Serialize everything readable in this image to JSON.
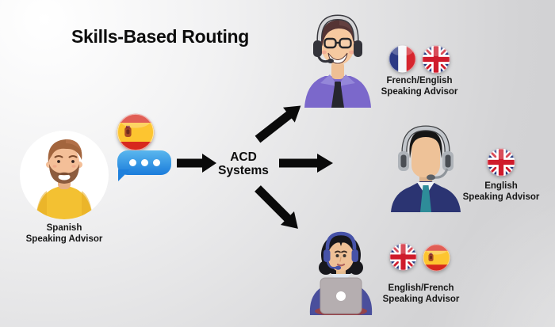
{
  "title": "Skills-Based Routing",
  "acd": {
    "label_line1": "ACD",
    "label_line2": "Systems"
  },
  "caller": {
    "label_line1": "Spanish",
    "label_line2": "Speaking Advisor",
    "language_flag": "spain",
    "chat_icon": "typing-dots-bubble"
  },
  "advisors": [
    {
      "label_line1": "French/English",
      "label_line2": "Speaking Advisor",
      "flags": [
        "france",
        "uk"
      ]
    },
    {
      "label_line1": "English",
      "label_line2": "Speaking Advisor",
      "flags": [
        "uk"
      ]
    },
    {
      "label_line1": "English/French",
      "label_line2": "Speaking Advisor",
      "flags": [
        "uk",
        "spain"
      ]
    }
  ],
  "colors": {
    "background_light": "#ffffff",
    "background_gray": "#d2d2d4",
    "arrow_black": "#0a0a0a",
    "bubble_blue": "#1f80dc",
    "spain_red": "#d7281d",
    "spain_yellow": "#fdc530",
    "france_blue": "#2c3a85",
    "france_red": "#d6252e",
    "uk_blue": "#24387e",
    "uk_red": "#cf1b2b",
    "caller_sweater_yellow": "#f3c132",
    "advisor1_shirt_purple": "#7b68cb",
    "advisor2_suit_navy": "#2b3472",
    "advisor2_tie_teal": "#2e8c99",
    "advisor3_headset_indigo": "#4652a8"
  }
}
